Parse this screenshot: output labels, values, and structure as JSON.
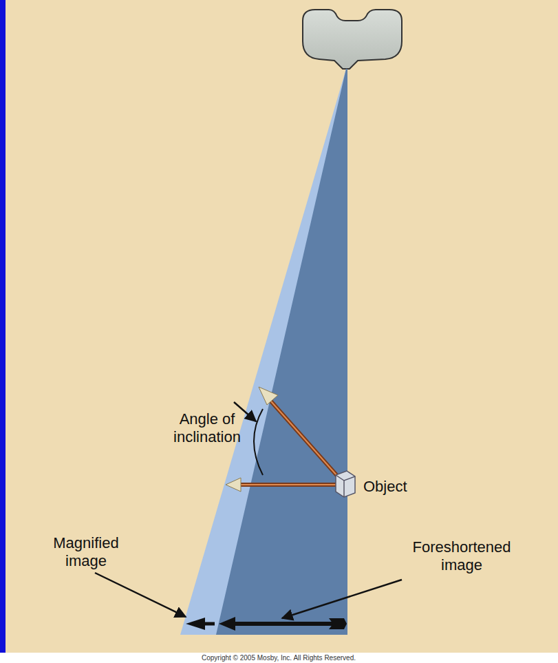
{
  "diagram": {
    "labels": [
      "Angle of inclination",
      "Object",
      "Foreshortened image",
      "Magnified image",
      "Copyright © 2005 Mosby, Inc. All Rights Reserved."
    ]
  }
}
